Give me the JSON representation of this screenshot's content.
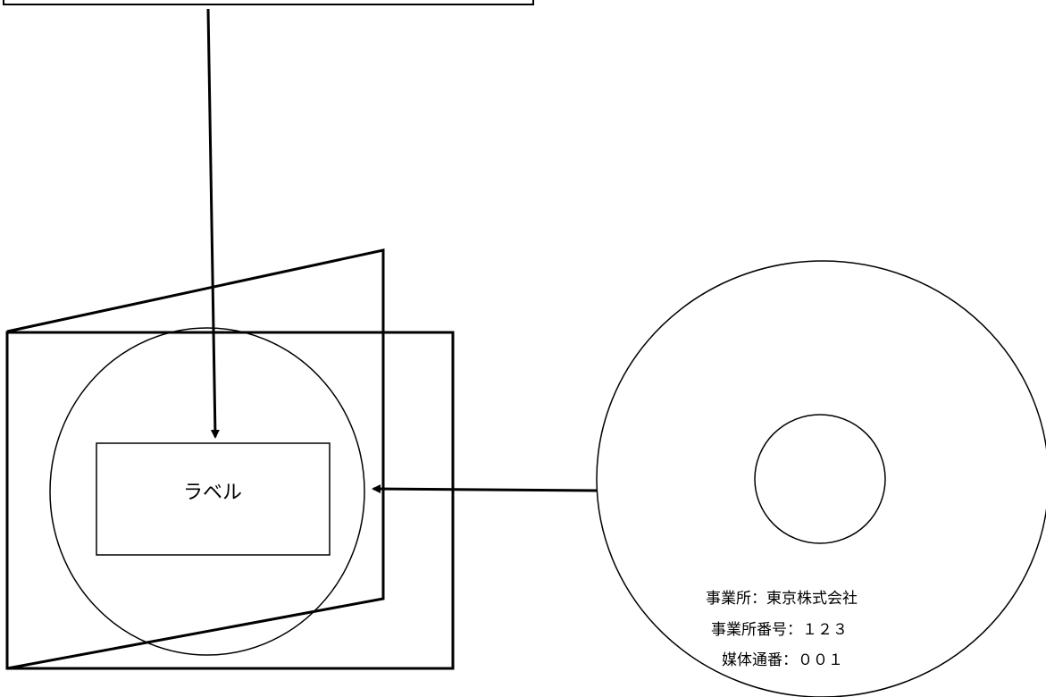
{
  "diagram": {
    "label_box_text": "ラベル",
    "disc_text": {
      "line1": "事業所：東京株式会社",
      "line2": "事業所番号：１２３",
      "line3": "媒体通番：００１"
    }
  },
  "colors": {
    "stroke": "#000000",
    "background": "#ffffff"
  }
}
